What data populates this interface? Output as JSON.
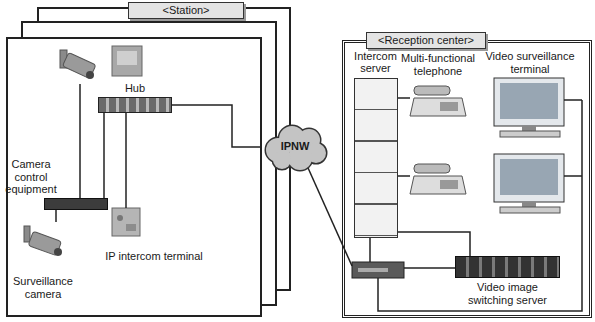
{
  "diagram": {
    "nodes": [
      {
        "text": [
          "<Station>"
        ]
      },
      {
        "text": [
          "Camera control equipment"
        ],
        "in": 0
      },
      {
        "text": [
          "Hub"
        ],
        "in": 0
      },
      {
        "text": [
          "IP intercom terminal"
        ],
        "in": 0
      },
      {
        "text": [
          "Surveillance camera"
        ],
        "in": 0
      },
      {
        "text": [
          "IPNW"
        ]
      },
      {
        "text": [
          "<Reception center>"
        ]
      },
      {
        "text": [
          "Intercom server"
        ],
        "in": 6
      },
      {
        "text": [
          "Multi-functional telephone"
        ],
        "in": 6
      },
      {
        "text": [
          "Video surveillance terminal"
        ],
        "in": 6
      },
      {
        "text": [
          "Video image switching server"
        ],
        "in": 6
      }
    ],
    "edges": [
      {
        "from": 1,
        "to": 2,
        "arrow": "none"
      },
      {
        "from": 1,
        "to": 4,
        "arrow": "none"
      },
      {
        "from": 2,
        "to": 3,
        "arrow": "none"
      },
      {
        "from": 2,
        "to": 5,
        "arrow": "none"
      },
      {
        "from": 7,
        "to": 8,
        "arrow": "none"
      },
      {
        "from": 7,
        "to": 10,
        "arrow": "none"
      }
    ]
  }
}
